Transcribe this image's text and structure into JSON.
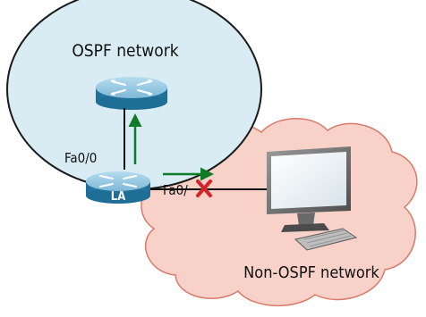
{
  "ospf_area": {
    "label": "OSPF network",
    "fill": "#d9ebf3",
    "stroke": "#1a1a1a"
  },
  "non_ospf_area": {
    "label": "Non-OSPF network",
    "fill": "#f8d2c8",
    "stroke": "#d97a6a"
  },
  "router_la": {
    "label": "LA"
  },
  "interfaces": {
    "upper": "Fa0/0",
    "lower": "Fa0/"
  },
  "colors": {
    "router_body": "#2f83ae",
    "router_top": "#8ec4e0",
    "arrow": "#0e7a2a",
    "fail_mark": "#d4242a",
    "link": "#111111"
  },
  "icons": {
    "router_top": "router-icon",
    "router_la": "router-icon",
    "workstation": "desktop-computer-icon",
    "fail_mark": "x-mark-icon"
  }
}
